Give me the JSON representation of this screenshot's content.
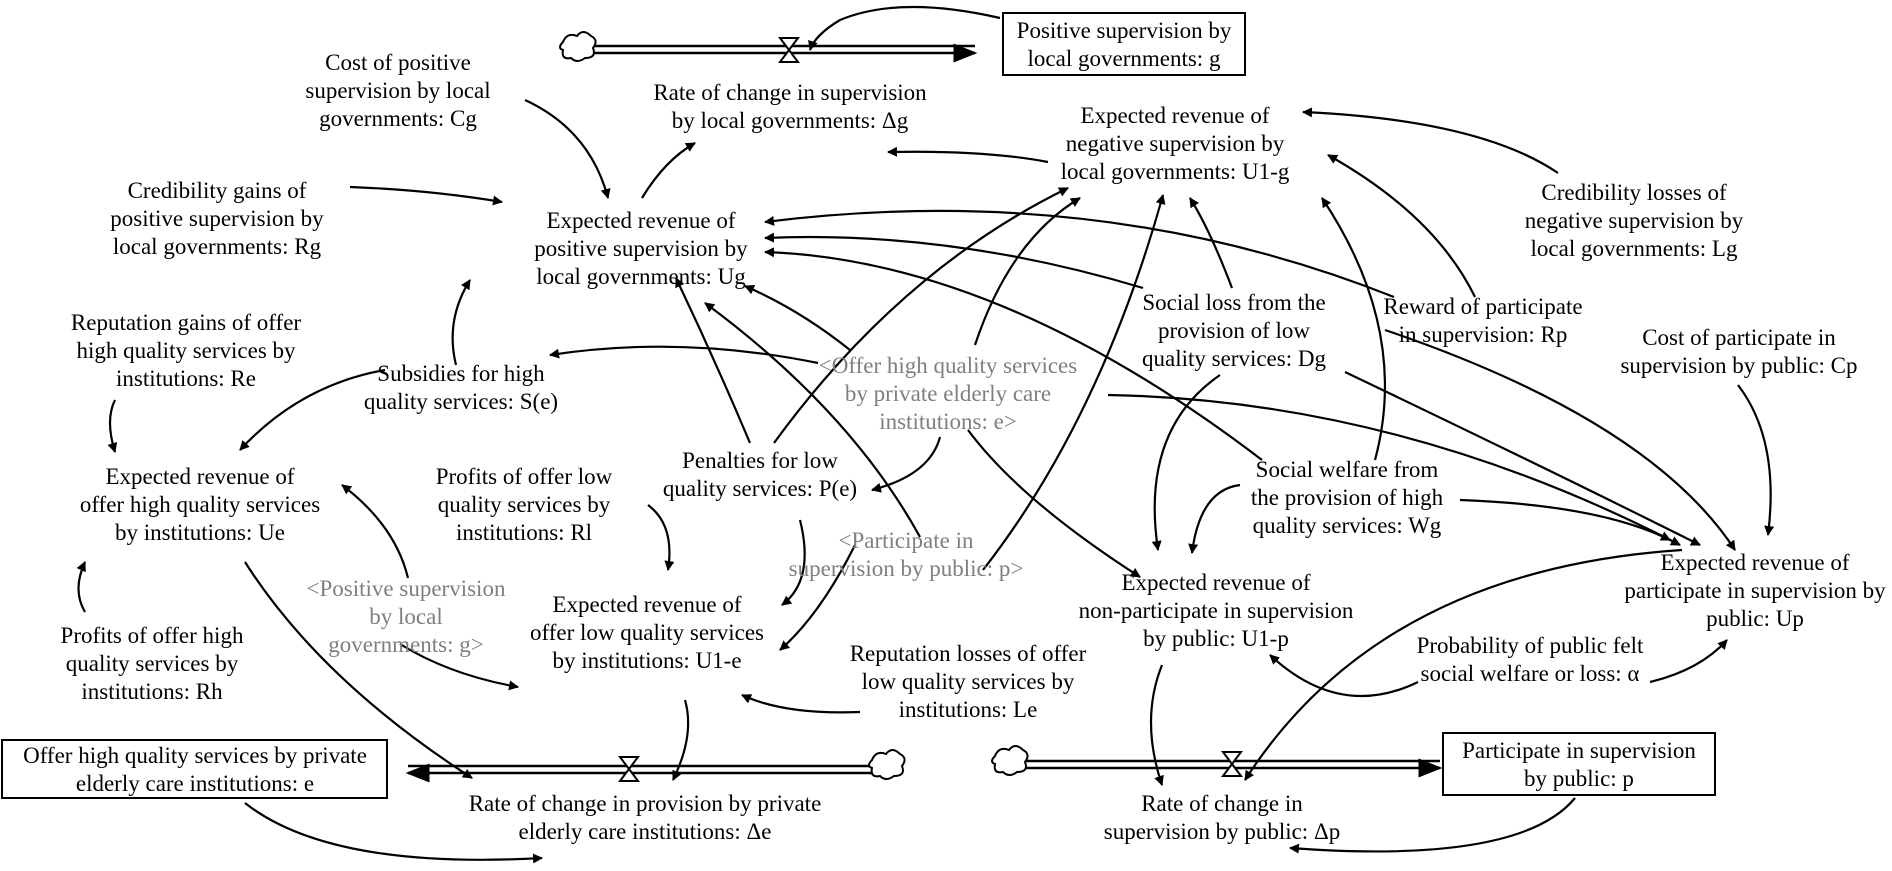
{
  "diagram": {
    "stocks": {
      "g": [
        "Positive supervision by",
        "local governments: g"
      ],
      "e": [
        "Offer high quality services by private",
        "elderly care institutions: e"
      ],
      "p": [
        "Participate in supervision",
        "by public: p"
      ]
    },
    "rates": {
      "dg": [
        "Rate of change in supervision",
        "by local governments: Δg"
      ],
      "de": [
        "Rate of change in provision by private",
        "elderly care institutions: Δe"
      ],
      "dp": [
        "Rate of change in",
        "supervision by public: Δp"
      ]
    },
    "auxiliaries": {
      "cg": [
        "Cost of positive",
        "supervision by local",
        "governments: Cg"
      ],
      "rg": [
        "Credibility gains of",
        "positive supervision by",
        "local governments: Rg"
      ],
      "ug": [
        "Expected revenue of",
        "positive supervision by",
        "local governments: Ug"
      ],
      "u1g": [
        "Expected revenue of",
        "negative supervision by",
        "local governments: U1-g"
      ],
      "lg": [
        "Credibility losses of",
        "negative supervision by",
        "local governments: Lg"
      ],
      "re": [
        "Reputation gains of offer",
        "high quality services by",
        "institutions: Re"
      ],
      "se": [
        "Subsidies for high",
        "quality services: S(e)"
      ],
      "dgl": [
        "Social loss from the",
        "provision of low",
        "quality services: Dg"
      ],
      "rp": [
        "Reward of participate",
        "in supervision: Rp"
      ],
      "cp": [
        "Cost of participate in",
        "supervision by public: Cp"
      ],
      "ue": [
        "Expected revenue of",
        "offer high quality services",
        "by institutions: Ue"
      ],
      "rl": [
        "Profits of offer low",
        "quality services by",
        "institutions: Rl"
      ],
      "pe": [
        "Penalties for low",
        "quality services: P(e)"
      ],
      "wg": [
        "Social welfare from",
        "the provision of high",
        "quality services: Wg"
      ],
      "up": [
        "Expected revenue of",
        "participate in supervision by",
        "public: Up"
      ],
      "u1e": [
        "Expected revenue of",
        "offer low quality services",
        "by institutions: U1-e"
      ],
      "u1p": [
        "Expected revenue of",
        "non-participate in supervision",
        "by public: U1-p"
      ],
      "alpha": [
        "Probability of public felt",
        "social welfare or loss: α"
      ],
      "rh": [
        "Profits of offer high",
        "quality services by",
        "institutions: Rh"
      ],
      "le": [
        "Reputation losses of offer",
        "low quality services by",
        "institutions: Le"
      ]
    },
    "shadows": {
      "e_shadow": [
        "<Offer high quality services",
        "by private elderly care",
        "institutions: e>"
      ],
      "p_shadow": [
        "<Participate in",
        "supervision by public: p>"
      ],
      "g_shadow": [
        "<Positive supervision",
        "by local",
        "governments: g>"
      ]
    }
  }
}
